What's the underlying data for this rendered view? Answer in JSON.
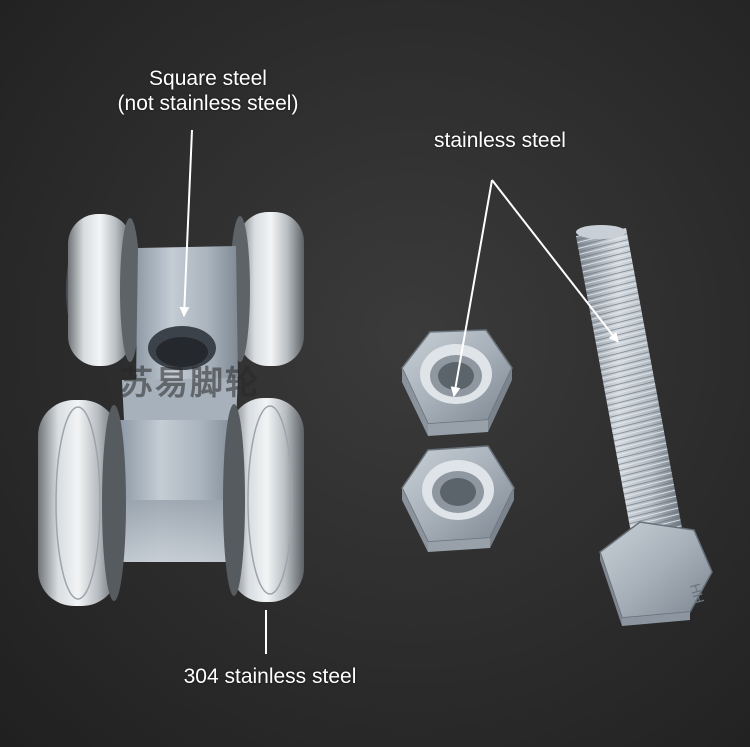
{
  "annotations": {
    "square_steel": {
      "line1": "Square steel",
      "line2": "(not stainless steel)"
    },
    "stainless_steel": "stainless steel",
    "wheel_material": "304 stainless steel"
  },
  "watermark": "苏易脚轮",
  "bolt_head_marking": "HH",
  "colors": {
    "background": "#2a2a2a",
    "label_text": "#ffffff",
    "arrow": "#ffffff",
    "steel": "#b9c2ca"
  }
}
